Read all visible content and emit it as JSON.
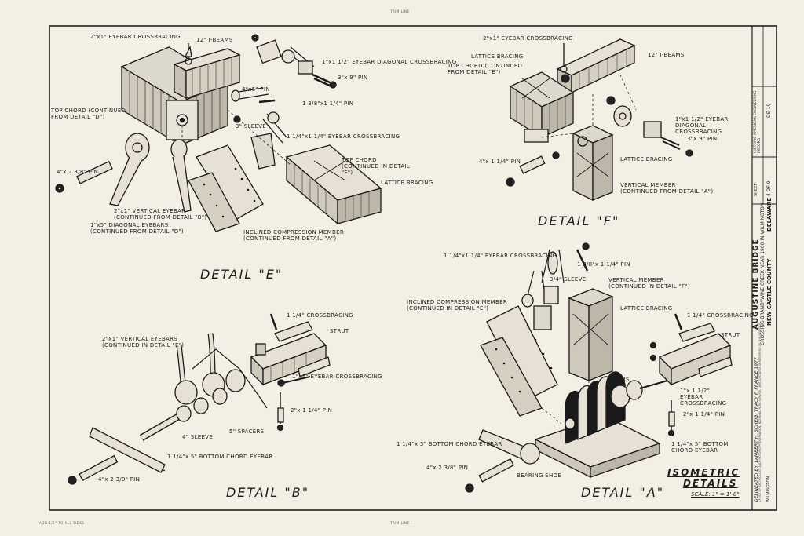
{
  "sheet": {
    "trim_top": "TRIM LINE",
    "trim_bottom": "TRIM LINE",
    "bottom_left_note": "ADD 1/2\" TO ALL SIDES"
  },
  "detail_e": {
    "title": "DETAIL \"E\"",
    "labels": {
      "eyebar_crossbracing": "2\"x1\" EYEBAR CROSSBRACING",
      "ibeams": "12\" I-BEAMS",
      "diag_crossbracing": "1\"x1 1/2\" EYEBAR DIAGONAL CROSSBRACING",
      "pin_3x9": "3\"x 9\" PIN",
      "pin_4x5": "4\"x5\" PIN",
      "pin_1x4": "1 3/8\"x1 1/4\" PIN",
      "sleeve": "3\" SLEEVE",
      "top_chord_from_d": "TOP CHORD (CONTINUED FROM DETAIL \"D\")",
      "eyebar_crossbracing2": "1 1/4\"x1 1/4\" EYEBAR CROSSBRACING",
      "top_chord_cont_f": "TOP CHORD (CONTINUED IN DETAIL \"F\")",
      "lattice": "LATTICE BRACING",
      "pin_4x2": "4\"x 2 3/8\" PIN",
      "vertical_eyebar": "2\"x1\" VERTICAL EYEBAR (CONTINUED FROM DETAIL \"B\")",
      "diagonal_eyebars": "1\"x5\" DIAGONAL EYEBARS (CONTINUED FROM DETAIL \"D\")",
      "inclined_member": "INCLINED COMPRESSION MEMBER (CONTINUED FROM DETAIL \"A\")"
    }
  },
  "detail_f": {
    "title": "DETAIL \"F\"",
    "labels": {
      "eyebar_crossbracing": "2\"x1\" EYEBAR CROSSBRACING",
      "ibeams": "12\" I-BEAMS",
      "lattice_top": "LATTICE BRACING",
      "top_chord": "TOP CHORD (CONTINUED FROM DETAIL \"E\")",
      "diag_crossbracing": "1\"x1 1/2\" EYEBAR DIAGONAL CROSSBRACING",
      "pin_3x9": "3\"x 9\" PIN",
      "pin_4x1": "4\"x 1 1/4\" PIN",
      "lattice_bottom": "LATTICE BRACING",
      "vertical_member": "VERTICAL MEMBER (CONTINUED FROM DETAIL \"A\")"
    }
  },
  "detail_b": {
    "title": "DETAIL \"B\"",
    "labels": {
      "crossbracing": "1 1/4\" CROSSBRACING",
      "strut": "STRUT",
      "vertical_eyebars": "2\"x1\" VERTICAL EYEBARS (CONTINUED IN DETAIL \"E\")",
      "eyebar_crossbracing": "1\"x1\" EYEBAR CROSSBRACING",
      "pin_2x1": "2\"x 1 1/4\" PIN",
      "spacers": "5\" SPACERS",
      "sleeve": "4\" SLEEVE",
      "bottom_chord": "1 1/4\"x 5\" BOTTOM CHORD EYEBAR",
      "pin_4x2": "4\"x 2 3/8\" PIN"
    }
  },
  "detail_a": {
    "title": "DETAIL \"A\"",
    "labels": {
      "eyebar_crossbracing": "1 1/4\"x1 1/4\" EYEBAR CROSSBRACING",
      "pin": "1 3/8\"x 1 1/4\" PIN",
      "sleeve": "3/4\" SLEEVE",
      "vertical_member": "VERTICAL MEMBER (CONTINUED IN DETAIL \"F\")",
      "inclined_member": "INCLINED COMPRESSION MEMBER (CONTINUED IN DETAIL \"E\")",
      "lattice": "LATTICE BRACING",
      "crossbracing": "1 1/4\" CROSSBRACING",
      "strut": "STRUT",
      "shims": "SHIMS",
      "eyebar_crossbracing2": "1\"x 1 1/2\" EYEBAR CROSSBRACING",
      "pin_2x1": "2\"x 1 1/4\" PIN",
      "bottom_chord_left": "1 1/4\"x 5\" BOTTOM CHORD EYEBAR",
      "bottom_chord_right": "1 1/4\"x 5\" BOTTOM CHORD EYEBAR",
      "pin_4x2": "4\"x 2 3/8\" PIN",
      "bearing_shoe": "BEARING SHOE"
    }
  },
  "iso": {
    "title_line1": "ISOMETRIC",
    "title_line2": "DETAILS",
    "scale": "SCALE: 1\" = 1'-0\""
  },
  "title_block": {
    "delineated": "DELINEATED BY: LAMBERT H. SCHEIB,  TRACY F. FRANCE   1977",
    "bridge_name": "AUGUSTINE BRIDGE",
    "crossing": "CROSSING BRANDYWINE CREEK NEAR 1900 IN WILMINGTON",
    "county": "NEW CASTLE COUNTY",
    "city": "WILMINGTON",
    "state": "DELAWARE",
    "survey": "HISTORIC AMERICAN ENGINEERING RECORD",
    "survey_no": "DE-19",
    "sheet": "SHEET",
    "sheet_no": "4 OF 9",
    "office_note": "OFFICE OF ARCHEOLOGY AND HISTORIC PRESERVATION, NATIONAL PARK SERVICE, UNITED STATES DEPARTMENT OF THE INTERIOR"
  }
}
